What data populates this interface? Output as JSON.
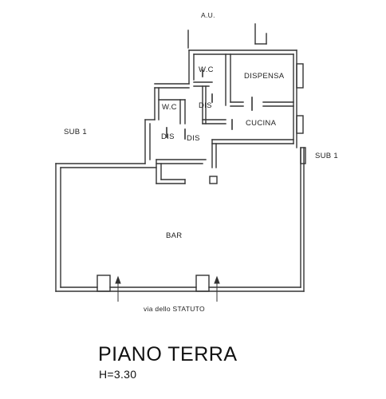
{
  "labels": {
    "au": "A.U.",
    "sub_left": "SUB 1",
    "sub_right": "SUB 1",
    "wc_upper": "W.C",
    "wc_lower": "W.C",
    "dispensa": "DISPENSA",
    "cucina": "CUCINA",
    "dis_upper": "DIS",
    "dis_left": "DIS",
    "dis_right": "DIS",
    "bar": "BAR",
    "street": "via dello STATUTO"
  },
  "title": "PIANO TERRA",
  "height": "H=3.30"
}
